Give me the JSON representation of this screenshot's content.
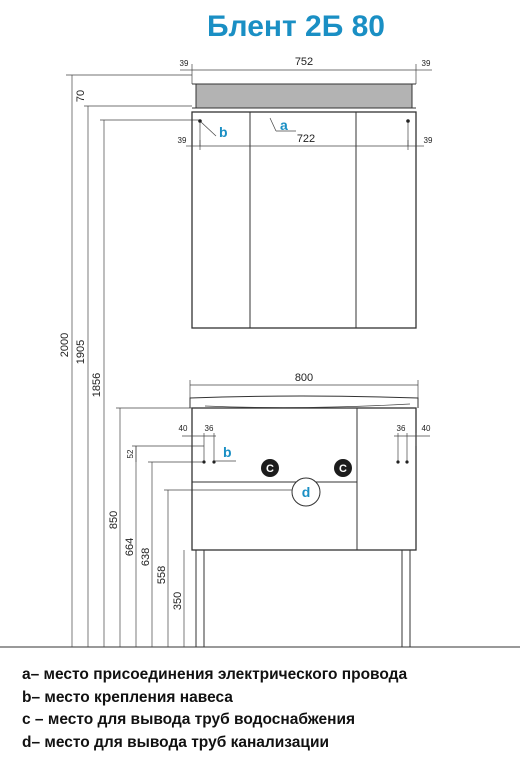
{
  "title": "Блент 2Б 80",
  "dimensions": {
    "total_height": "2000",
    "height_1905": "1905",
    "height_1856": "1856",
    "height_850": "850",
    "height_664": "664",
    "height_638": "638",
    "height_558": "558",
    "height_350": "350",
    "mirror_top": "70",
    "mirror_width": "752",
    "mirror_inner_width": "722",
    "mirror_side_top_left": "39",
    "mirror_side_top_right": "39",
    "mirror_side_mid_left": "39",
    "mirror_side_mid_right": "39",
    "vanity_width": "800",
    "vanity_left_40": "40",
    "vanity_left_36": "36",
    "vanity_right_36": "36",
    "vanity_right_40": "40",
    "vanity_52": "52"
  },
  "markers": {
    "a": "a",
    "b_mirror": "b",
    "b_vanity": "b",
    "c_left": "C",
    "c_right": "C",
    "d": "d"
  },
  "legend": [
    "a– место присоединения электрического провода",
    "b– место крепления навеса",
    "c – место для вывода труб водоснабжения",
    "d– место для вывода труб канализации"
  ],
  "colors": {
    "accent": "#1a8fc4",
    "line": "#333333",
    "mirror_light": "#b3b3b3"
  }
}
